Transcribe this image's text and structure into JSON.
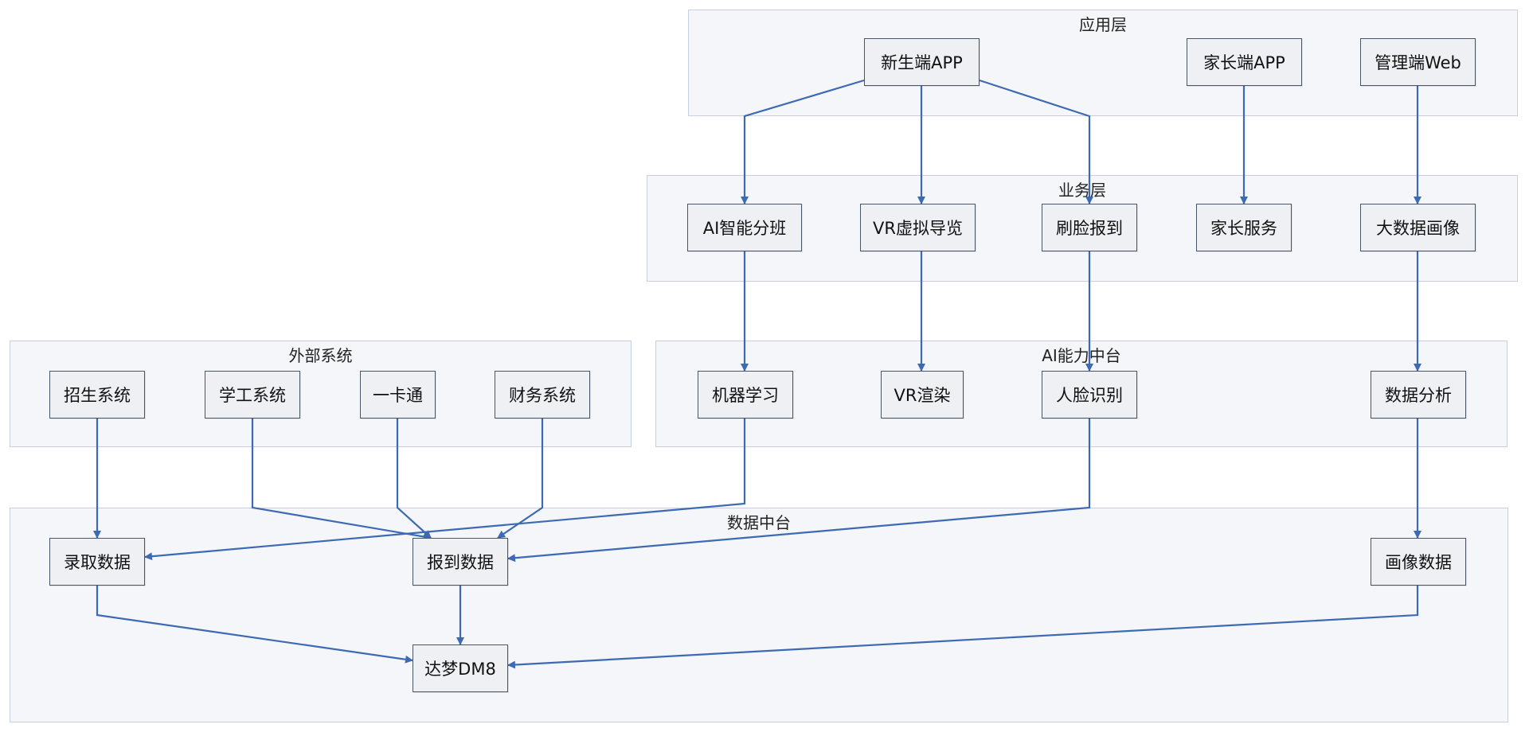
{
  "layers": {
    "app": {
      "title": "应用层"
    },
    "biz": {
      "title": "业务层"
    },
    "ext": {
      "title": "外部系统"
    },
    "ai": {
      "title": "AI能力中台"
    },
    "data": {
      "title": "数据中台"
    }
  },
  "nodes": {
    "student_app": "新生端APP",
    "parent_app": "家长端APP",
    "admin_web": "管理端Web",
    "ai_class": "AI智能分班",
    "vr_tour": "VR虚拟导览",
    "face_checkin": "刷脸报到",
    "parent_service": "家长服务",
    "bigdata_profile": "大数据画像",
    "enroll_sys": "招生系统",
    "student_affairs": "学工系统",
    "campus_card": "一卡通",
    "finance_sys": "财务系统",
    "ml": "机器学习",
    "vr_render": "VR渲染",
    "face_recog": "人脸识别",
    "data_analysis": "数据分析",
    "admission_data": "录取数据",
    "checkin_data": "报到数据",
    "profile_data": "画像数据",
    "dameng": "达梦DM8"
  },
  "edges": [
    [
      "student_app",
      "ai_class"
    ],
    [
      "student_app",
      "vr_tour"
    ],
    [
      "student_app",
      "face_checkin"
    ],
    [
      "parent_app",
      "parent_service"
    ],
    [
      "admin_web",
      "bigdata_profile"
    ],
    [
      "ai_class",
      "ml"
    ],
    [
      "vr_tour",
      "vr_render"
    ],
    [
      "face_checkin",
      "face_recog"
    ],
    [
      "bigdata_profile",
      "data_analysis"
    ],
    [
      "enroll_sys",
      "admission_data"
    ],
    [
      "student_affairs",
      "checkin_data"
    ],
    [
      "campus_card",
      "checkin_data"
    ],
    [
      "finance_sys",
      "checkin_data"
    ],
    [
      "ml",
      "admission_data"
    ],
    [
      "face_recog",
      "checkin_data"
    ],
    [
      "data_analysis",
      "profile_data"
    ],
    [
      "admission_data",
      "dameng"
    ],
    [
      "checkin_data",
      "dameng"
    ],
    [
      "profile_data",
      "dameng"
    ]
  ],
  "colors": {
    "edge": "#3d6ab3",
    "layer_bg": "#f4f6fa",
    "node_bg": "#eef0f3"
  }
}
